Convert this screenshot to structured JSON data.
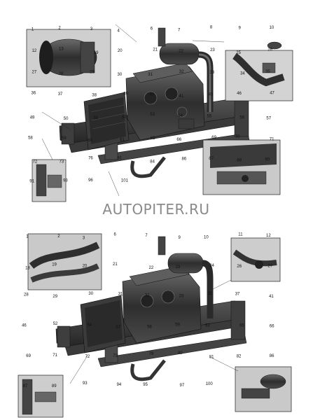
{
  "watermark": "AUTOPITER.RU",
  "top_assembly": {
    "callouts": [
      "1",
      "2",
      "3",
      "4",
      "6",
      "7",
      "8",
      "9",
      "10",
      "12",
      "13",
      "19",
      "20",
      "21",
      "22",
      "23",
      "25",
      "26",
      "27",
      "28",
      "29",
      "30",
      "31",
      "32",
      "33",
      "34",
      "35",
      "36",
      "37",
      "38",
      "39",
      "40",
      "41",
      "45",
      "46",
      "47",
      "49",
      "50",
      "51",
      "52",
      "53",
      "54",
      "55",
      "56",
      "57",
      "58",
      "59",
      "60",
      "61",
      "63",
      "66",
      "69",
      "70",
      "71",
      "72",
      "73",
      "76",
      "81",
      "84",
      "86",
      "87",
      "88",
      "90",
      "91",
      "93",
      "96",
      "101"
    ]
  },
  "bottom_assembly": {
    "callouts": [
      "1",
      "2",
      "3",
      "6",
      "7",
      "9",
      "10",
      "11",
      "12",
      "18",
      "19",
      "20",
      "21",
      "22",
      "23",
      "24",
      "26",
      "27",
      "28",
      "29",
      "30",
      "31",
      "32",
      "33",
      "35",
      "37",
      "41",
      "46",
      "52",
      "54",
      "57",
      "58",
      "59",
      "63",
      "65",
      "66",
      "69",
      "71",
      "72",
      "73",
      "79",
      "80",
      "81",
      "82",
      "86",
      "87",
      "89",
      "93",
      "94",
      "95",
      "97",
      "100"
    ]
  }
}
